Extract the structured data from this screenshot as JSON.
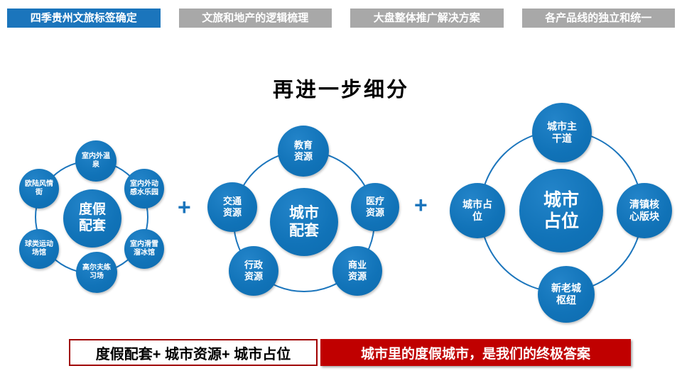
{
  "nav_tabs": [
    {
      "label": "四季贵州文旅标签确定",
      "active": true
    },
    {
      "label": "文旅和地产的逻辑梳理",
      "active": false
    },
    {
      "label": "大盘整体推广解决方案",
      "active": false
    },
    {
      "label": "各产品线的独立和统一",
      "active": false
    }
  ],
  "title": "再进一步细分",
  "plus_sign": "+",
  "diagram": {
    "left_cluster": {
      "center": "度假\n配套",
      "satellites": [
        {
          "label": "室内外温\n泉"
        },
        {
          "label": "室内外动\n感水乐园"
        },
        {
          "label": "室内滑雪\n溜冰馆"
        },
        {
          "label": "高尔夫练\n习场"
        },
        {
          "label": "球类运动\n场馆"
        },
        {
          "label": "欧陆风情\n街"
        }
      ]
    },
    "middle_cluster": {
      "center": "城市\n配套",
      "satellites": [
        {
          "label": "教育\n资源"
        },
        {
          "label": "医疗\n资源"
        },
        {
          "label": "商业\n资源"
        },
        {
          "label": "行政\n资源"
        },
        {
          "label": "交通\n资源"
        }
      ]
    },
    "right_cluster": {
      "center": "城市\n占位",
      "satellites": [
        {
          "label": "城市主\n干道"
        },
        {
          "label": "清镇核\n心版块"
        },
        {
          "label": "新老城\n枢纽"
        },
        {
          "label": "城市占\n位"
        }
      ]
    }
  },
  "footer": {
    "formula": "度假配套+ 城市资源+ 城市占位",
    "conclusion": "城市里的度假城市，是我们的终极答案"
  },
  "colors": {
    "primary_blue": "#1173b8",
    "ring_blue": "#1b75bc",
    "tab_gray": "#a8a8a8",
    "accent_red": "#c00000",
    "formula_border_red": "#a00000"
  }
}
